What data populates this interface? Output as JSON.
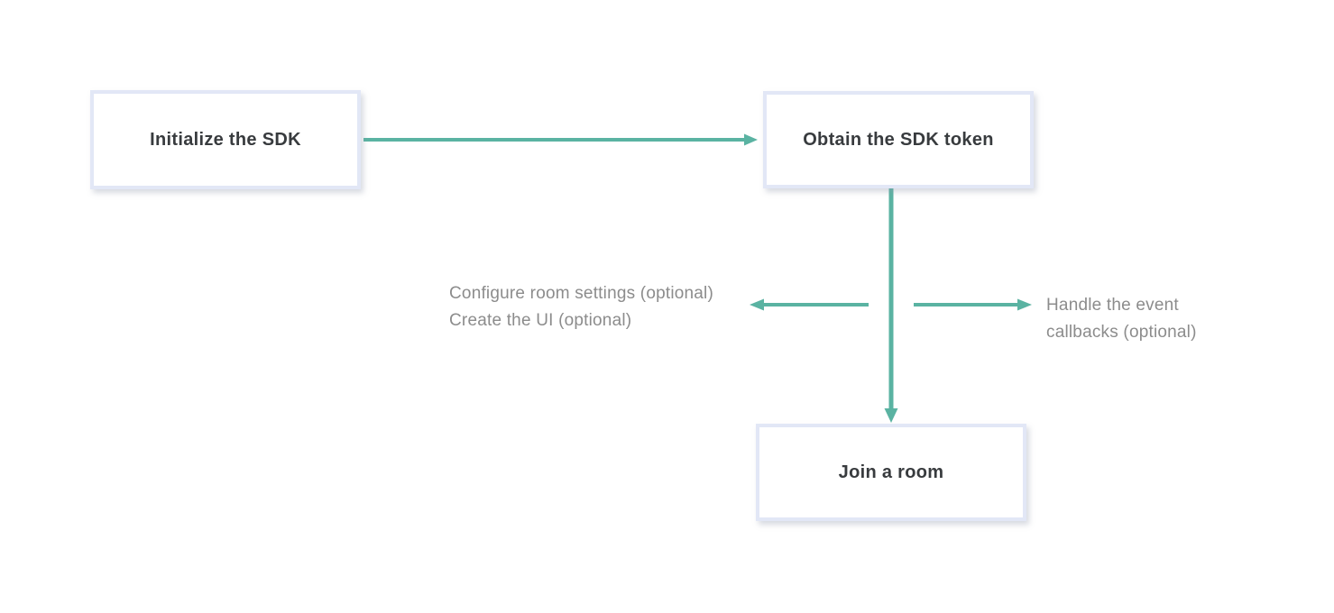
{
  "colors": {
    "accent_teal": "#5AB3A2",
    "box_border": "#E2E7F6",
    "box_text": "#383B3E",
    "label_text": "#8C8C8C",
    "background": "#FFFFFF"
  },
  "flowchart": {
    "nodes": [
      {
        "id": "initialize-sdk",
        "label": "Initialize the SDK"
      },
      {
        "id": "obtain-sdk-token",
        "label": "Obtain the SDK token"
      },
      {
        "id": "join-a-room",
        "label": "Join a room"
      }
    ],
    "annotations": {
      "left_branch": {
        "line1": "Configure room settings (optional)",
        "line2": "Create the UI (optional)"
      },
      "right_branch": {
        "line1": "Handle the event",
        "line2": "callbacks (optional)"
      }
    }
  }
}
